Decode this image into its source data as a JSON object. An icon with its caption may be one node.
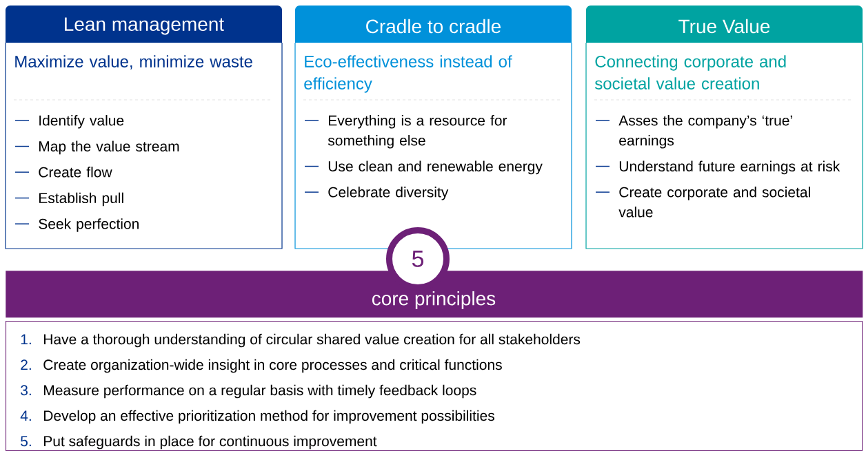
{
  "diagram": {
    "nodes": [
      {
        "text": [
          "Lean management",
          "Maximize value, minimize waste",
          "Identify value",
          "Map the value stream",
          "Create flow",
          "Establish pull",
          "Seek perfection"
        ]
      },
      {
        "text": [
          "Cradle to cradle",
          "Eco-effectiveness instead of efficiency",
          "Everything is a resource for something else",
          "Use clean and renewable energy",
          "Celebrate diversity"
        ]
      },
      {
        "text": [
          "True Value",
          "Connecting corporate and societal value creation",
          "Asses the company’s ‘true’ earnings",
          "Understand future earnings at risk",
          "Create corporate and societal value"
        ]
      },
      {
        "text": [
          "5"
        ]
      },
      {
        "text": [
          "core principles"
        ]
      },
      {
        "text": [
          "Have a thorough understanding of circular shared value creation for all stakeholders",
          "Create organization-wide insight in core processes and critical functions",
          "Measure performance on a regular basis with timely feedback loops",
          "Develop an effective prioritization method for improvement possibilities",
          "Put safeguards in place for continuous improvement"
        ]
      }
    ],
    "labels": [
      "1.",
      "2.",
      "3.",
      "4.",
      "5."
    ]
  }
}
